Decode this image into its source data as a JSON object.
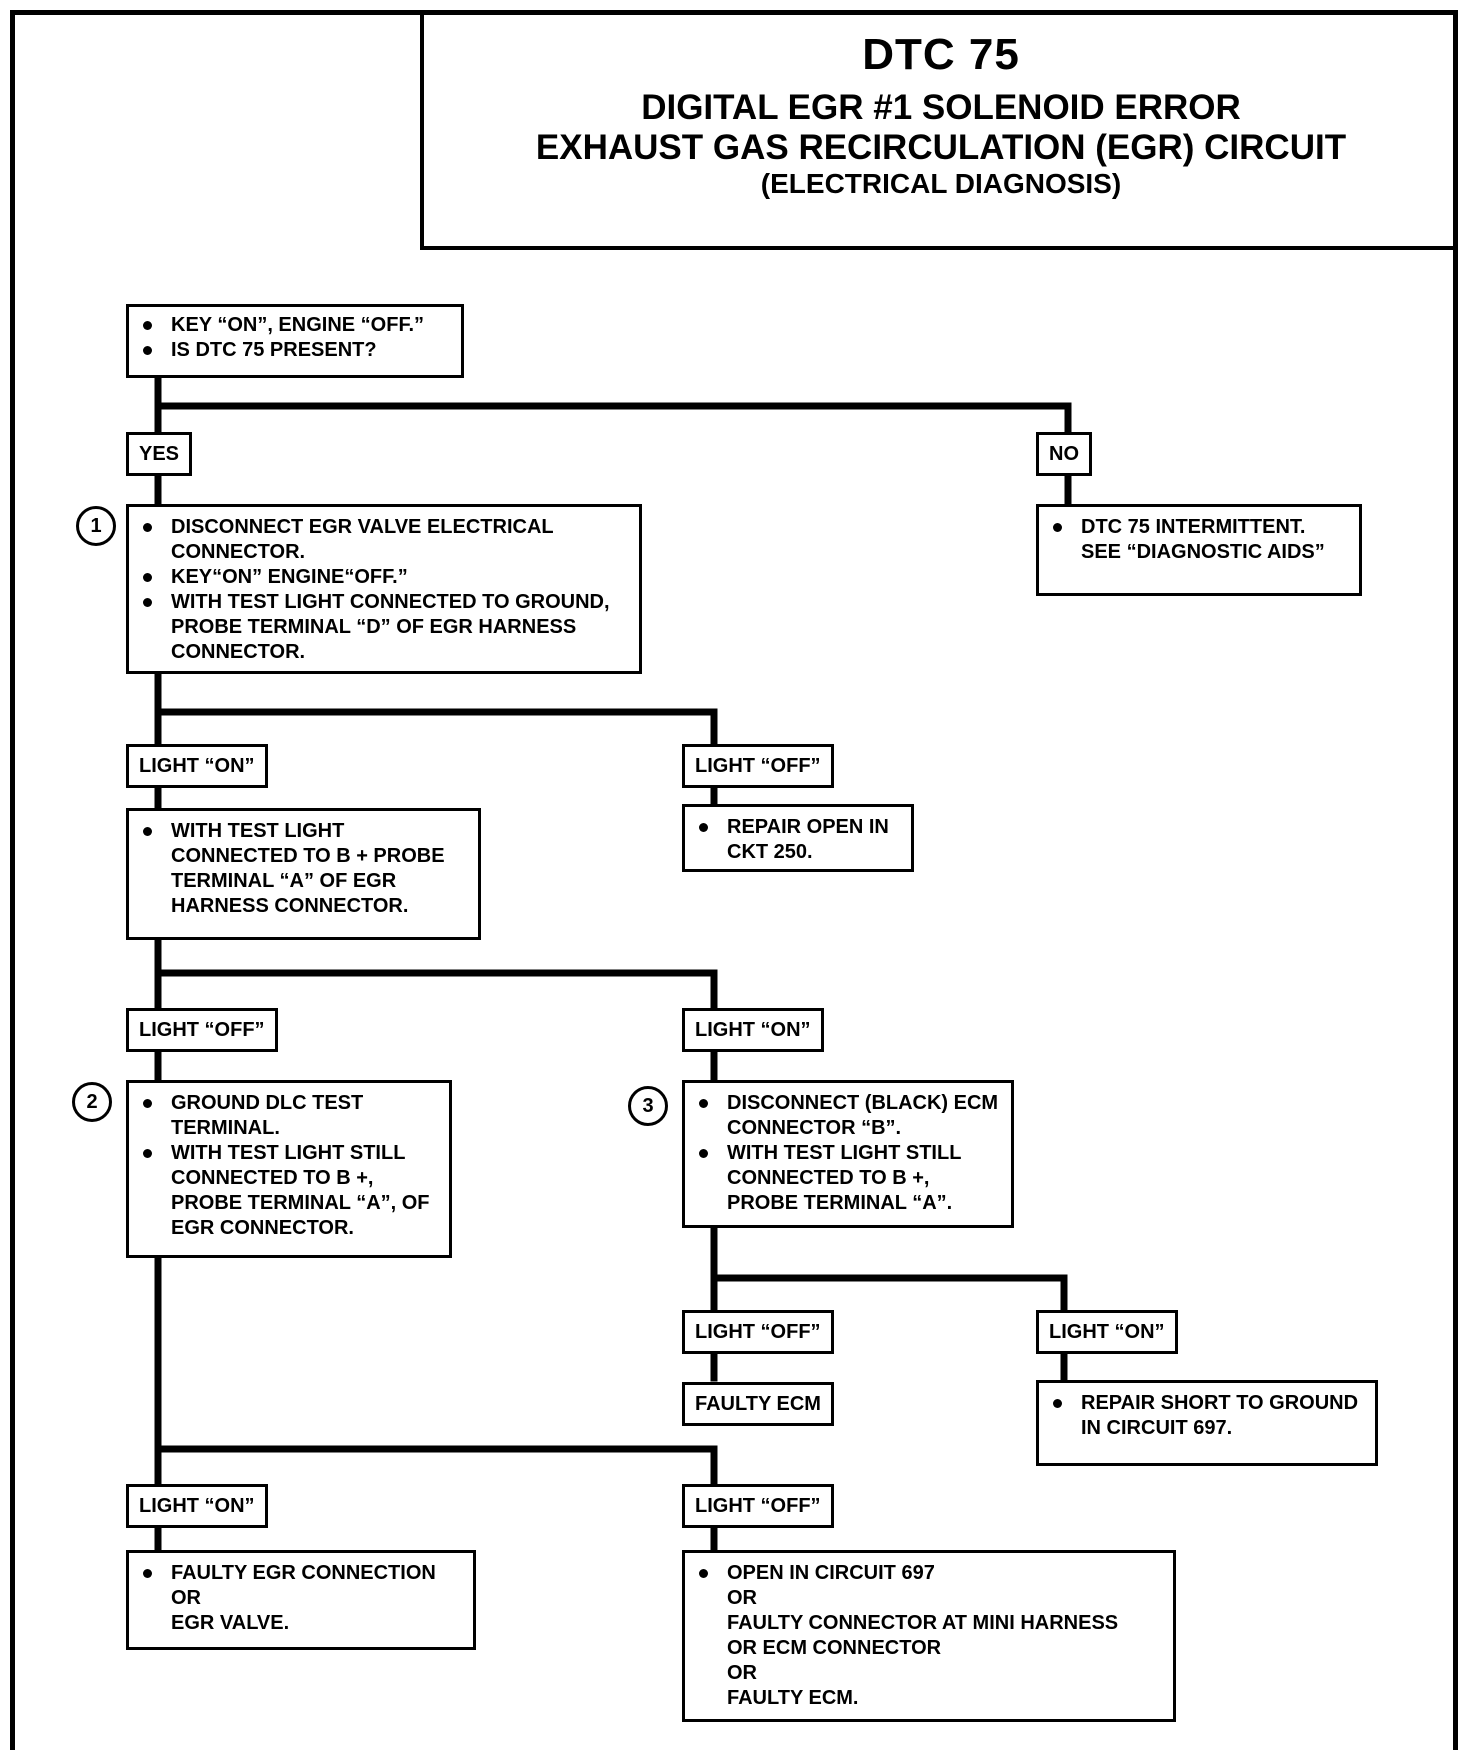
{
  "title": {
    "code": "DTC 75",
    "line1": "DIGITAL EGR #1 SOLENOID ERROR",
    "line2": "EXHAUST GAS RECIRCULATION (EGR) CIRCUIT",
    "line3": "(ELECTRICAL DIAGNOSIS)"
  },
  "start": {
    "items": [
      "KEY “ON”, ENGINE “OFF.”",
      "IS DTC 75 PRESENT?"
    ]
  },
  "labels": {
    "yes": "YES",
    "no": "NO",
    "light_on_1": "LIGHT “ON”",
    "light_off_1": "LIGHT “OFF”",
    "light_off_2": "LIGHT “OFF”",
    "light_on_2": "LIGHT “ON”",
    "light_off_3": "LIGHT “OFF”",
    "light_on_3": "LIGHT “ON”",
    "light_on_4": "LIGHT “ON”",
    "light_off_4": "LIGHT “OFF”"
  },
  "steps": {
    "step1_number": "1",
    "step1": [
      "DISCONNECT EGR VALVE ELECTRICAL CONNECTOR.",
      "KEY“ON” ENGINE“OFF.”",
      "WITH TEST LIGHT CONNECTED TO GROUND, PROBE TERMINAL “D” OF EGR HARNESS CONNECTOR."
    ],
    "intermittent": [
      "DTC 75 INTERMITTENT. SEE “DIAGNOSTIC AIDS”"
    ],
    "repair_open": [
      "REPAIR OPEN IN CKT 250."
    ],
    "test_b_plus": [
      "WITH TEST LIGHT CONNECTED TO B + PROBE TERMINAL “A”  OF EGR HARNESS CONNECTOR."
    ],
    "step2_number": "2",
    "step2": [
      "GROUND DLC TEST TERMINAL.",
      "WITH TEST LIGHT STILL CONNECTED TO B +, PROBE TERMINAL “A”, OF EGR CONNECTOR."
    ],
    "step3_number": "3",
    "step3": [
      "DISCONNECT (BLACK) ECM CONNECTOR “B”.",
      "WITH TEST LIGHT STILL CONNECTED TO B +, PROBE TERMINAL “A”."
    ],
    "faulty_ecm": "FAULTY ECM",
    "repair_short": [
      "REPAIR SHORT TO GROUND IN CIRCUIT 697."
    ],
    "faulty_egr": {
      "first": "FAULTY EGR CONNECTION",
      "rest": [
        "OR",
        "EGR  VALVE."
      ]
    },
    "open_697": {
      "first": "OPEN IN CIRCUIT 697",
      "rest": [
        "OR",
        "FAULTY CONNECTOR AT MINI HARNESS",
        "OR ECM CONNECTOR",
        "OR",
        "FAULTY ECM."
      ]
    }
  }
}
